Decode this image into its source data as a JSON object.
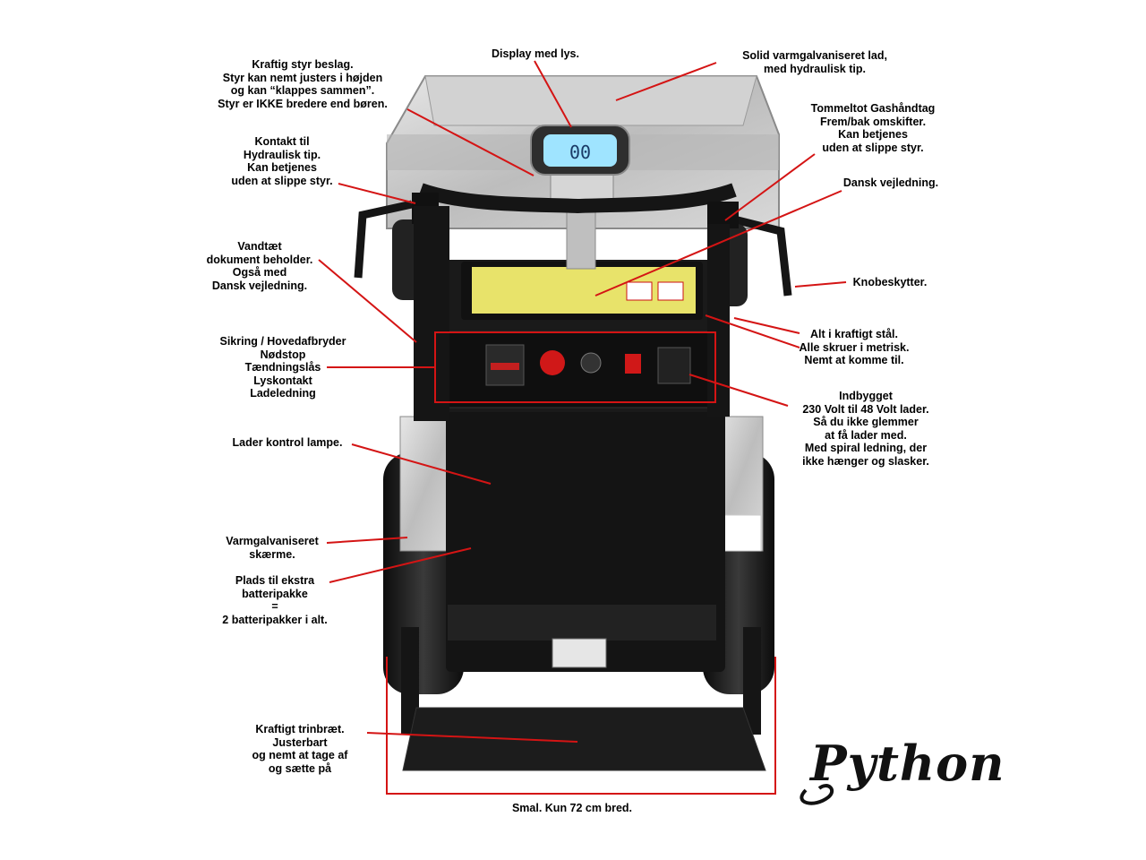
{
  "labels": {
    "display": [
      "Display med lys."
    ],
    "lad": [
      "Solid varmgalvaniseret lad,",
      "med hydraulisk tip."
    ],
    "styr": [
      "Kraftig styr beslag.",
      "Styr kan nemt justers i højden",
      "og kan “klappes sammen”.",
      "Styr er IKKE bredere end børen."
    ],
    "gas": [
      "Tommeltot Gashåndtag",
      "Frem/bak omskifter.",
      "Kan betjenes",
      "uden at slippe styr."
    ],
    "kontakt": [
      "Kontakt til",
      "Hydraulisk tip.",
      "Kan betjenes",
      "uden at slippe styr."
    ],
    "vejledning": [
      "Dansk vejledning."
    ],
    "dokument": [
      "Vandtæt",
      "dokument beholder.",
      "Også med",
      "Dansk vejledning."
    ],
    "knob": [
      "Knobeskytter."
    ],
    "staal": [
      "Alt i kraftigt stål.",
      "Alle skruer i metrisk.",
      "Nemt at komme til."
    ],
    "sikring": [
      "Sikring / Hovedafbryder",
      "Nødstop",
      "Tændningslås",
      "Lyskontakt",
      "Ladeledning"
    ],
    "lader": [
      "Indbygget",
      "230 Volt til 48 Volt lader.",
      "Så du ikke glemmer",
      "at få lader med.",
      "Med spiral ledning, der",
      "ikke hænger og slasker."
    ],
    "kontrol": [
      "Lader kontrol lampe."
    ],
    "skaerme": [
      "Varmgalvaniseret",
      "skærme."
    ],
    "plads": [
      "Plads til ekstra",
      "batteripakke",
      "=",
      "2 batteripakker i alt."
    ],
    "trin": [
      "Kraftigt trinbræt.",
      "Justerbart",
      "og nemt at tage af",
      "og sætte på"
    ],
    "smal": [
      "Smal. Kun 72 cm bred."
    ]
  },
  "display_readout": "00",
  "logo_text": "Python",
  "colors": {
    "arrow": "#d41414",
    "frame": "#151515",
    "galvanized": "#c9c9c9",
    "panel": "#e8e36a"
  }
}
